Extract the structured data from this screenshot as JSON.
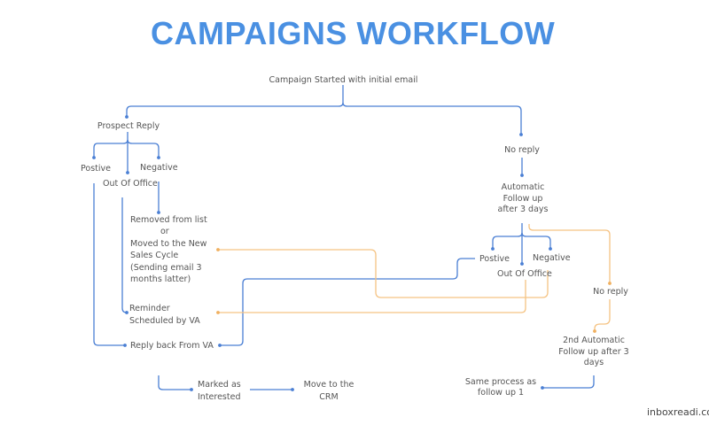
{
  "title": "CAMPAIGNS WORKFLOW",
  "colors": {
    "title": "#4a90e2",
    "flow_blue": "#4a7fd4",
    "flow_orange": "#f5c383",
    "text": "#555555"
  },
  "nodes": {
    "start": "Campaign Started with initial email",
    "prospect_reply": "Prospect Reply",
    "no_reply": "No reply",
    "left_positive": "Postive",
    "left_negative": "Negative",
    "left_ooo": "Out Of Office",
    "removed": [
      "Removed from list",
      "or",
      "Moved to the New",
      "Sales Cycle",
      "(Sending email 3",
      "months latter)"
    ],
    "reminder": [
      "Reminder",
      "Scheduled by VA"
    ],
    "reply_back": "Reply back From VA",
    "marked": [
      "Marked as",
      "Interested"
    ],
    "crm": [
      "Move to the",
      "CRM"
    ],
    "auto_follow": [
      "Automatic",
      "Follow up",
      "after 3 days"
    ],
    "right_positive": "Postive",
    "right_negative": "Negative",
    "right_ooo": "Out Of Office",
    "no_reply_2": "No reply",
    "second_follow": [
      "2nd Automatic",
      "Follow up after 3",
      "days"
    ],
    "same_process": [
      "Same process as",
      "follow up 1"
    ]
  },
  "brand": "inboxreadi.co"
}
